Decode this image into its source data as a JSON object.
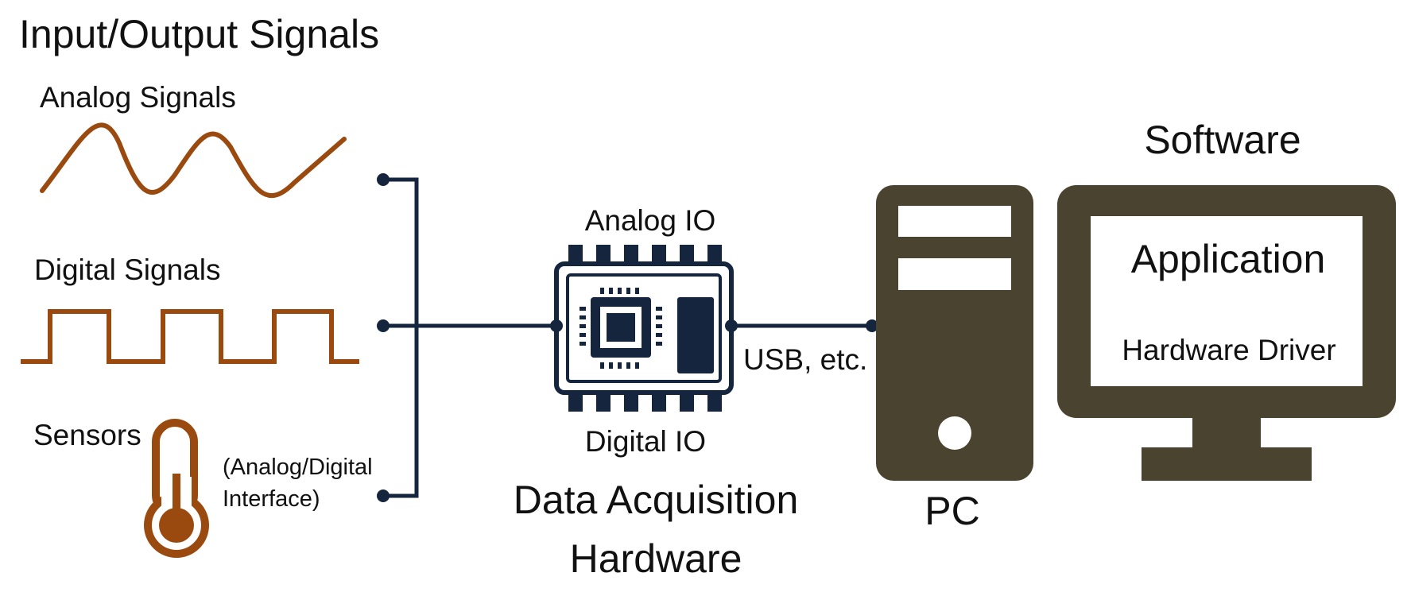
{
  "title": "Input/Output Signals",
  "inputs": {
    "analog_label": "Analog Signals",
    "digital_label": "Digital Signals",
    "sensors_label": "Sensors",
    "sensors_note_line1": "(Analog/Digital",
    "sensors_note_line2": "Interface)"
  },
  "daq": {
    "top_label": "Analog IO",
    "bottom_label": "Digital IO",
    "title_line1": "Data Acquisition",
    "title_line2": "Hardware"
  },
  "connection": {
    "label": "USB, etc."
  },
  "pc": {
    "label": "PC"
  },
  "software": {
    "heading": "Software",
    "application_label": "Application",
    "driver_label": "Hardware Driver"
  },
  "colors": {
    "signal": "#9b4a0f",
    "wire": "#14253d",
    "chip": "#14253d",
    "computer": "#4a4330",
    "text": "#111111"
  },
  "icons": [
    "analog-wave-icon",
    "digital-square-wave-icon",
    "thermometer-icon",
    "chip-icon",
    "pc-tower-icon",
    "monitor-icon"
  ]
}
